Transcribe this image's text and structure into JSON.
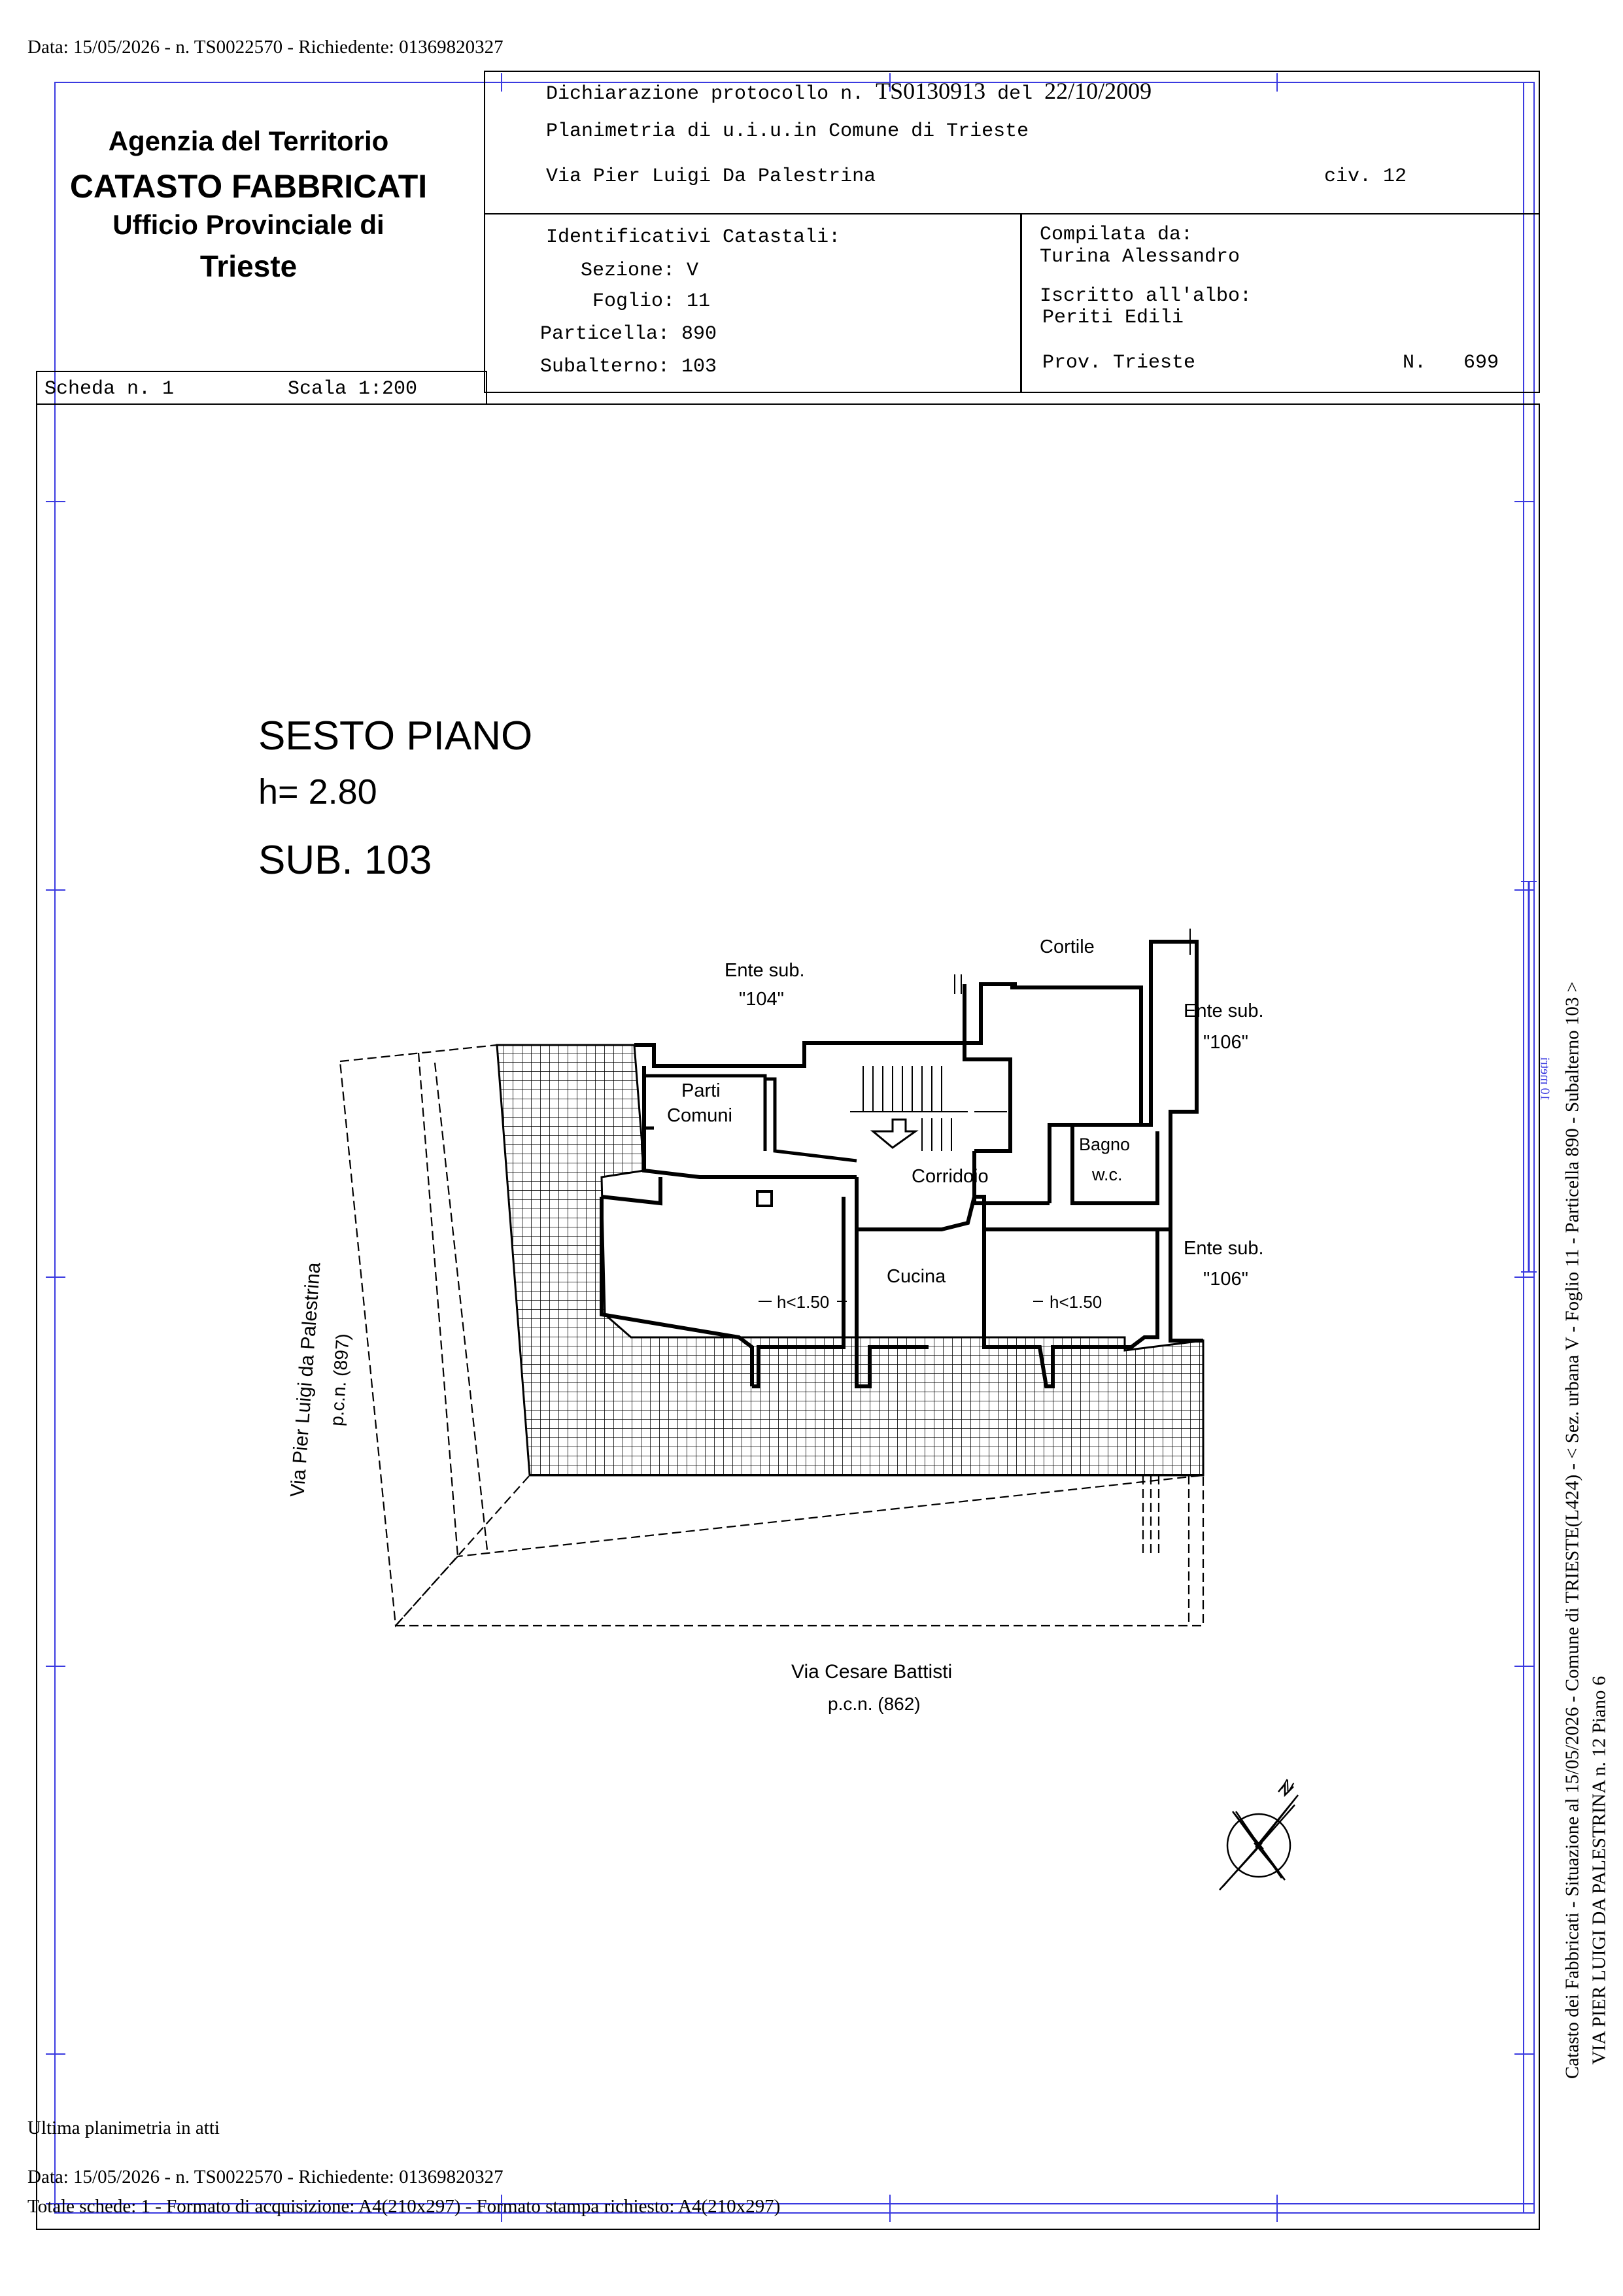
{
  "top_line": "Data: 15/05/2026 - n. TS0022570 - Richiedente: 01369820327",
  "agency": {
    "line1": "Agenzia del Territorio",
    "line2": "CATASTO FABBRICATI",
    "line3": "Ufficio Provinciale di",
    "line4": "Trieste"
  },
  "declaration": {
    "prefix": "Dichiarazione protocollo n.",
    "number": "TS0130913",
    "del_label": "del",
    "date": "22/10/2009",
    "planimetria": "Planimetria di u.i.u.in Comune di Trieste",
    "address": "Via Pier Luigi Da Palestrina",
    "civ": "civ. 12"
  },
  "identificativi": {
    "title": "Identificativi Catastali:",
    "sezione": "Sezione: V",
    "foglio": "Foglio: 11",
    "particella": "Particella: 890",
    "subalterno": "Subalterno: 103"
  },
  "compilata": {
    "label": "Compilata da:",
    "name": "Turina Alessandro",
    "albo_label": "Iscritto all'albo:",
    "albo": "Periti Edili",
    "prov": "Prov. Trieste",
    "n_label": "N.",
    "n_value": "699"
  },
  "scheda": "Scheda n. 1",
  "scala": "Scala 1:200",
  "plan": {
    "title": "SESTO PIANO",
    "height": "h= 2.80",
    "sub": "SUB. 103",
    "rooms": {
      "cortile": "Cortile",
      "ente104_a": "Ente sub.",
      "ente104_b": "\"104\"",
      "ente106a_a": "Ente sub.",
      "ente106a_b": "\"106\"",
      "ente106b_a": "Ente sub.",
      "ente106b_b": "\"106\"",
      "parti_a": "Parti",
      "parti_b": "Comuni",
      "bagno_a": "Bagno",
      "bagno_b": "w.c.",
      "corridoio": "Corridoio",
      "cucina": "Cucina",
      "h150_a": "h<1.50",
      "h150_b": "h<1.50"
    },
    "street_left_a": "Via Pier Luigi da Palestrina",
    "street_left_b": "p.c.n. (897)",
    "street_bottom_a": "Via Cesare Battisti",
    "street_bottom_b": "p.c.n. (862)",
    "north": "N"
  },
  "side_text_1": "Catasto dei Fabbricati - Situazione al 15/05/2026 - Comune di TRIESTE(L424) - < Sez. urbana V - Foglio 11 - Particella 890 - Subalterno 103 >",
  "side_text_2": "VIA PIER LUIGI DA PALESTRINA n. 12 Piano 6",
  "side_small": "10 metri",
  "footer": {
    "ultima": "Ultima planimetria in atti",
    "data": "Data: 15/05/2026 - n. TS0022570 - Richiedente: 01369820327",
    "totale": "Totale schede: 1 - Formato di acquisizione: A4(210x297)  - Formato stampa richiesto: A4(210x297)"
  }
}
